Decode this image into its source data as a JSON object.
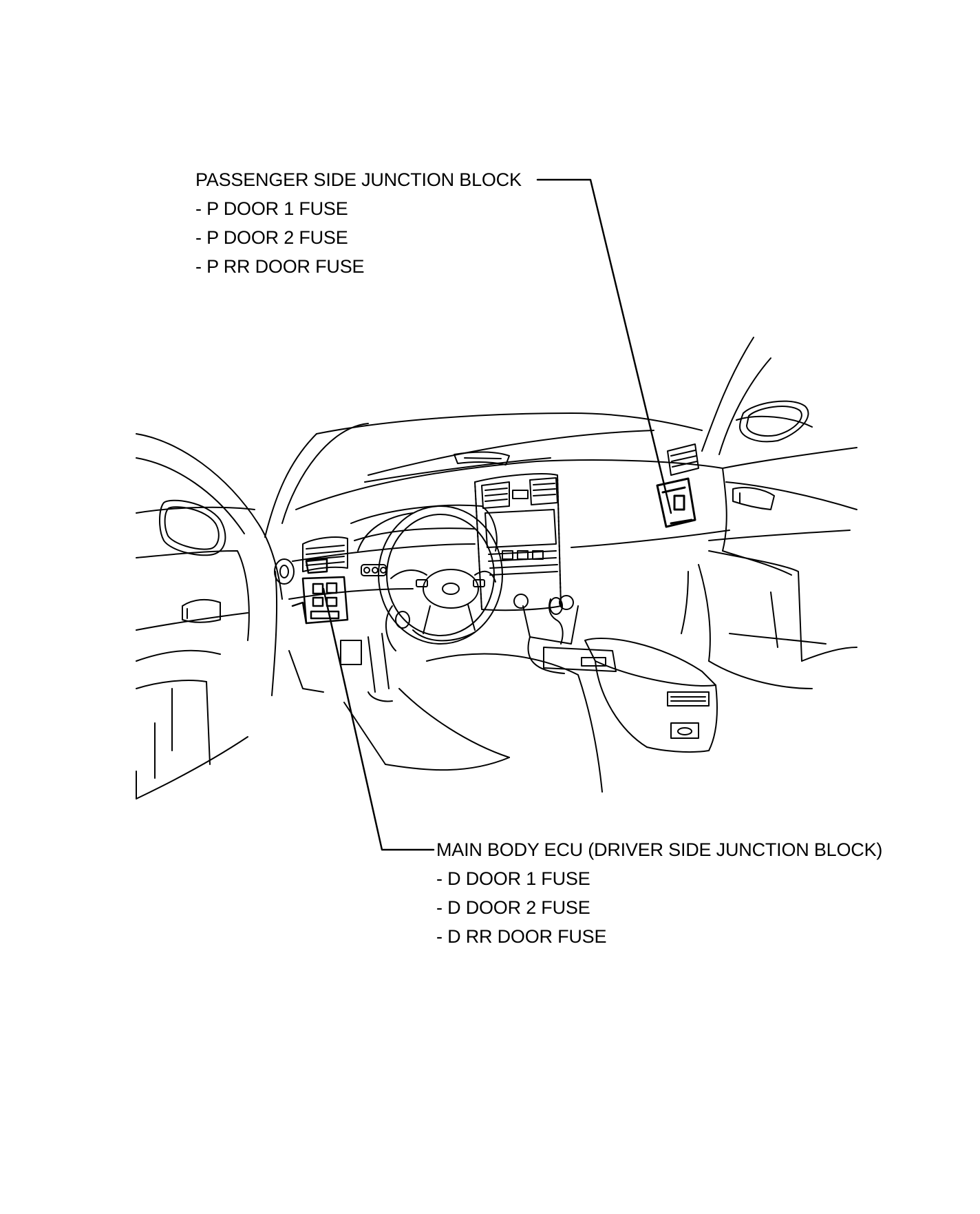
{
  "callouts": {
    "passenger": {
      "title": "PASSENGER SIDE JUNCTION BLOCK",
      "items": [
        "- P DOOR 1 FUSE",
        "- P DOOR 2 FUSE",
        "- P RR DOOR FUSE"
      ]
    },
    "driver": {
      "title": "MAIN BODY ECU (DRIVER SIDE JUNCTION BLOCK)",
      "items": [
        "- D DOOR 1 FUSE",
        "- D DOOR 2 FUSE",
        "- D RR DOOR FUSE"
      ]
    }
  },
  "colors": {
    "line": "#000000",
    "background": "#ffffff"
  }
}
